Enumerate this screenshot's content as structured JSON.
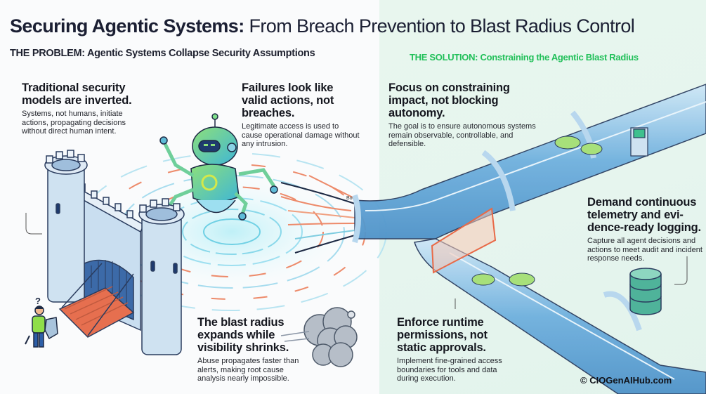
{
  "title": {
    "bold": "Securing Agentic Systems:",
    "regular": "From Breach Prevention to Blast Radius Control"
  },
  "problem": {
    "heading": "THE PROBLEM: Agentic Systems Collapse Security Assumptions",
    "points": [
      {
        "title": "Traditional security models are inverted.",
        "body": "Systems, not humans, initiate actions, propagating decisions without direct human intent."
      },
      {
        "title": "Failures look like valid actions, not breaches.",
        "body": "Legitimate access is used to cause operational damage without any intrusion."
      },
      {
        "title": "The blast radius expands while visibility shrinks.",
        "body": "Abuse propagates faster than alerts, making root cause analysis nearly impossible."
      }
    ]
  },
  "solution": {
    "heading": "THE SOLUTION: Constraining the Agentic Blast Radius",
    "points": [
      {
        "title": "Focus on constraining impact, not blocking autonomy.",
        "body": "The goal is to ensure autonomous systems remain observable, controllable, and defensible."
      },
      {
        "title": "Demand continuous telemetry and evi-dence-ready logging.",
        "body": "Capture all agent decisions and actions to meet audit and incident response needs."
      },
      {
        "title": "Enforce runtime permissions, not static approvals.",
        "body": "Implement fine-grained access boundaries for tools and data during execution."
      }
    ]
  },
  "illustration": {
    "stray_label": "Body",
    "question_mark": "?",
    "icons": [
      "castle-icon",
      "robot-icon",
      "person-with-shield-icon",
      "smoke-cloud-icon",
      "tunnel-pipeline-icon",
      "barrier-gate-icon",
      "terminal-kiosk-icon",
      "database-icon",
      "car-icon"
    ]
  },
  "colors": {
    "solution_accent": "#22c05a",
    "problem_bg": "#fafbfc",
    "solution_bg": "#e6f5ee",
    "tunnel_blue": "#5fa6d9",
    "barrier_orange": "#f07a55",
    "castle_blue": "#cfe2f1"
  },
  "credit": "© CIOGenAIHub.com"
}
